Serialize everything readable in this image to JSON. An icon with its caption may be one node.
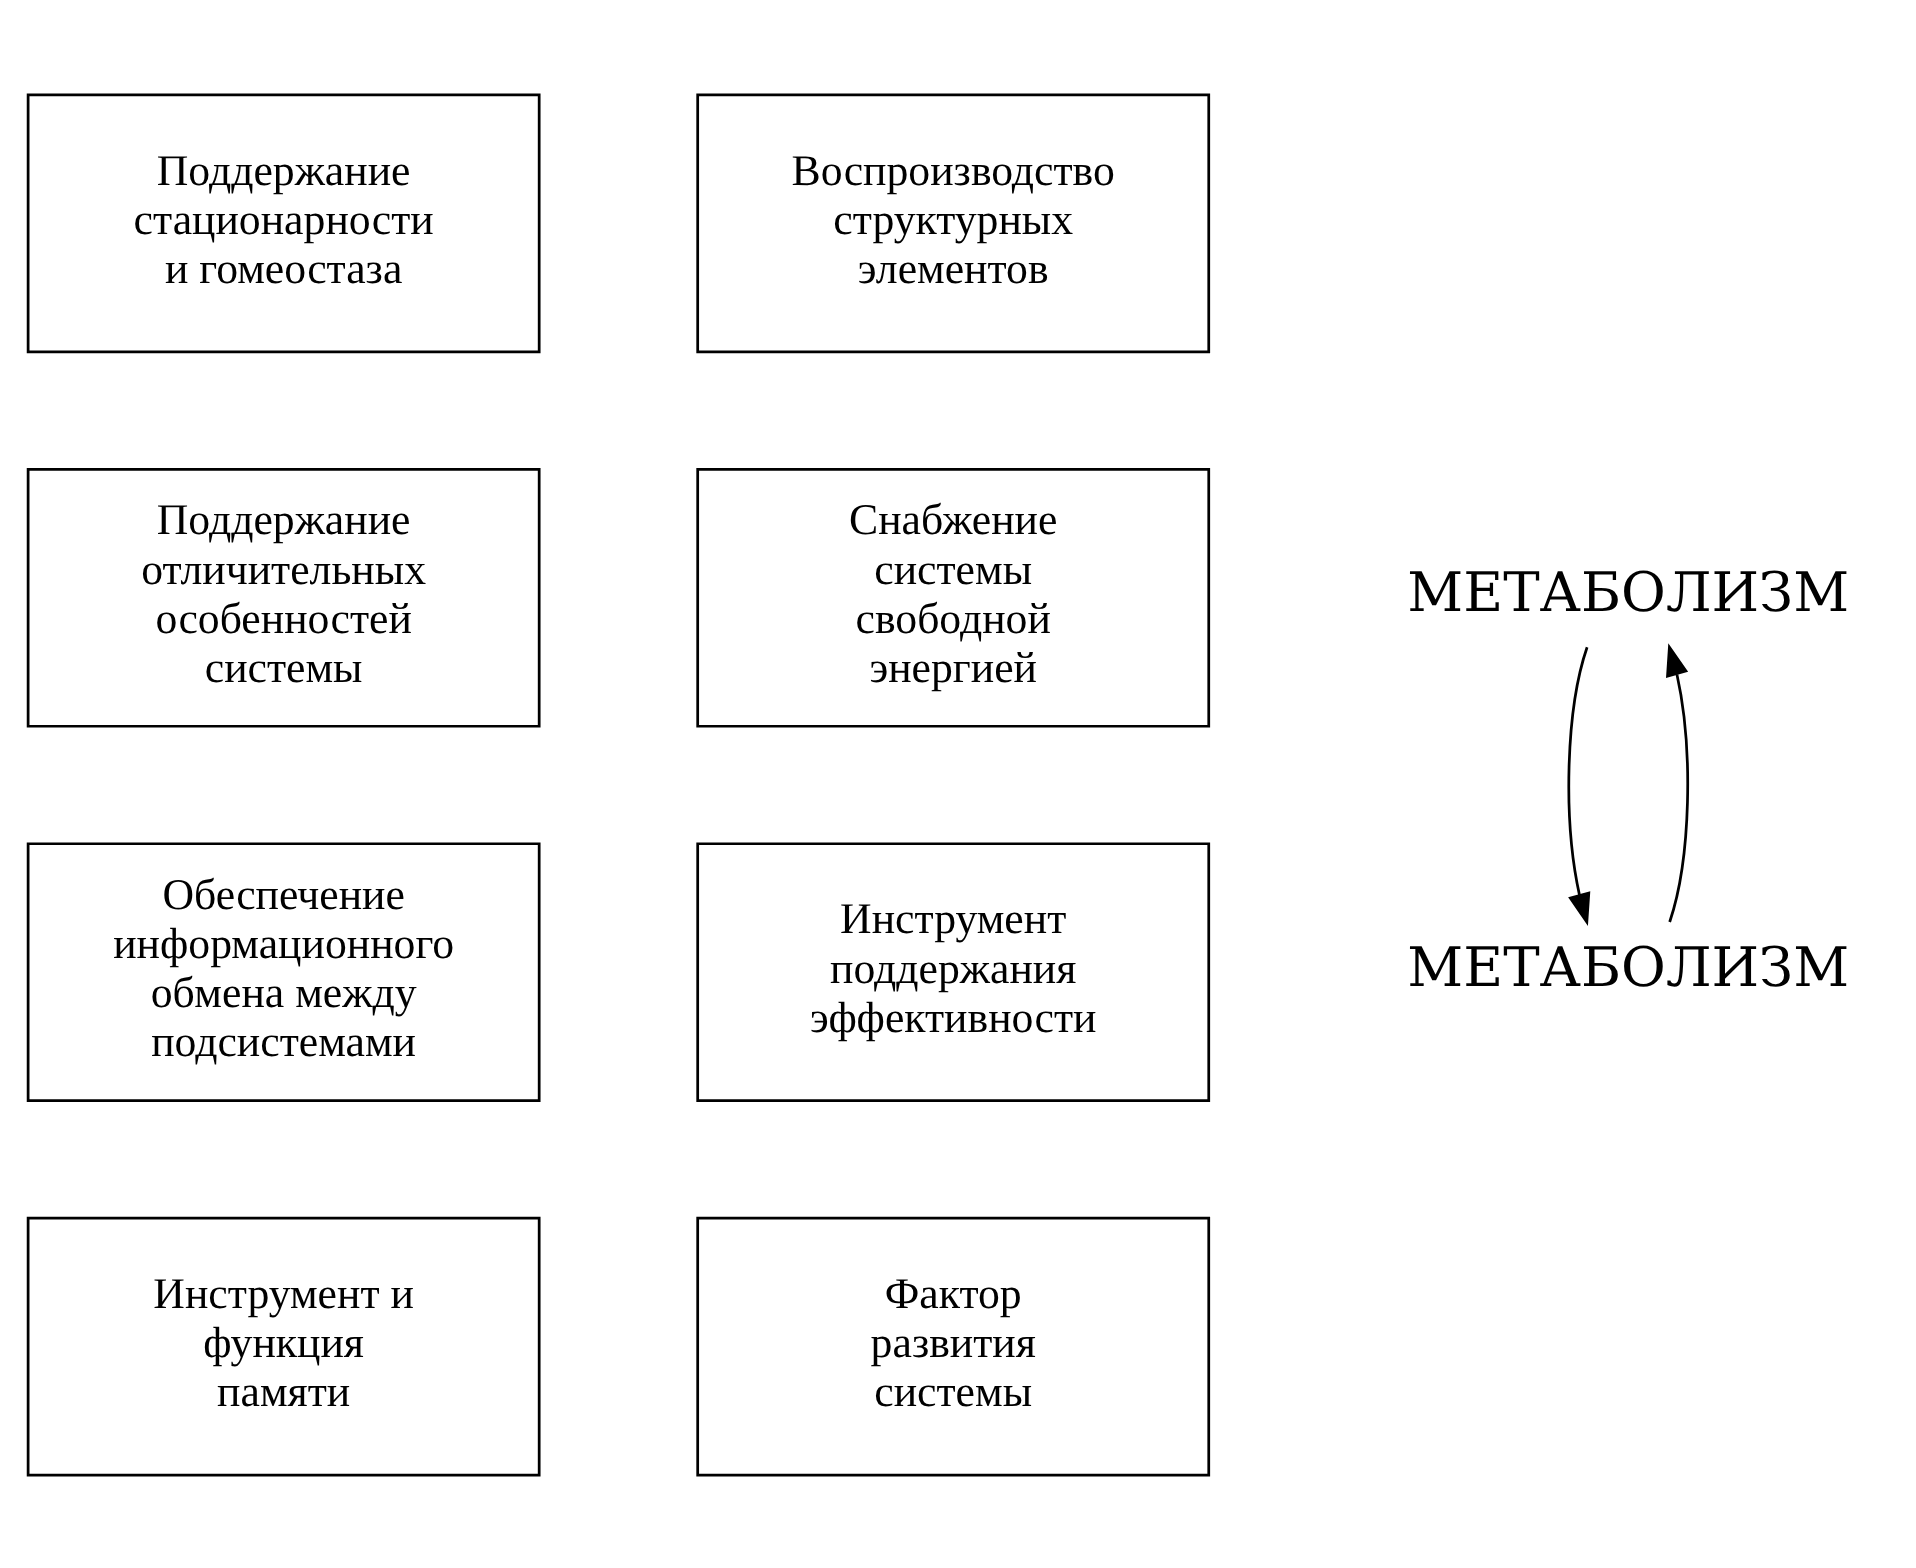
{
  "diagram": {
    "nodes": [
      {
        "text": [
          "Поддержание стационарности и гомеостаза"
        ]
      },
      {
        "text": [
          "Воспроизводство структурных элементов"
        ]
      },
      {
        "text": [
          "МЕТАБОЛИЗМ"
        ]
      },
      {
        "text": [
          "Поддержание отличительных особенностей системы"
        ]
      },
      {
        "text": [
          "Снабжение системы свободной энергией"
        ]
      },
      {
        "text": [
          "Инструмент поддержания эффективности"
        ]
      },
      {
        "text": [
          "Обеспечение информационного обмена между подсистемами"
        ]
      },
      {
        "text": [
          "МЕТАБОЛИЗМ"
        ]
      },
      {
        "text": [
          "Инструмент и функция памяти"
        ]
      },
      {
        "text": [
          "Фактор развития системы"
        ]
      }
    ],
    "edges": [
      {
        "from": 2,
        "to": 7,
        "arrow": "to"
      },
      {
        "from": 7,
        "to": 2,
        "arrow": "to"
      }
    ]
  }
}
